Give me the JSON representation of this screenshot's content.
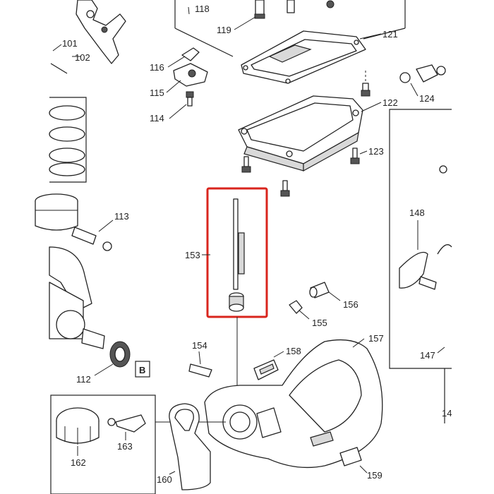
{
  "labels": {
    "p101": "101",
    "p102": "102",
    "p112": "112",
    "p113": "113",
    "p114": "114",
    "p115": "115",
    "p116": "116",
    "p118": "118",
    "p119": "119",
    "p121": "121",
    "p122": "122",
    "p123": "123",
    "p124": "124",
    "p147": "147",
    "p148": "148",
    "p153": "153",
    "p154": "154",
    "p155": "155",
    "p156": "156",
    "p157": "157",
    "p158": "158",
    "p159": "159",
    "p160": "160",
    "p162": "162",
    "p163": "163",
    "p14x": "14"
  },
  "badge": "B",
  "highlight_color": "#d9251d"
}
